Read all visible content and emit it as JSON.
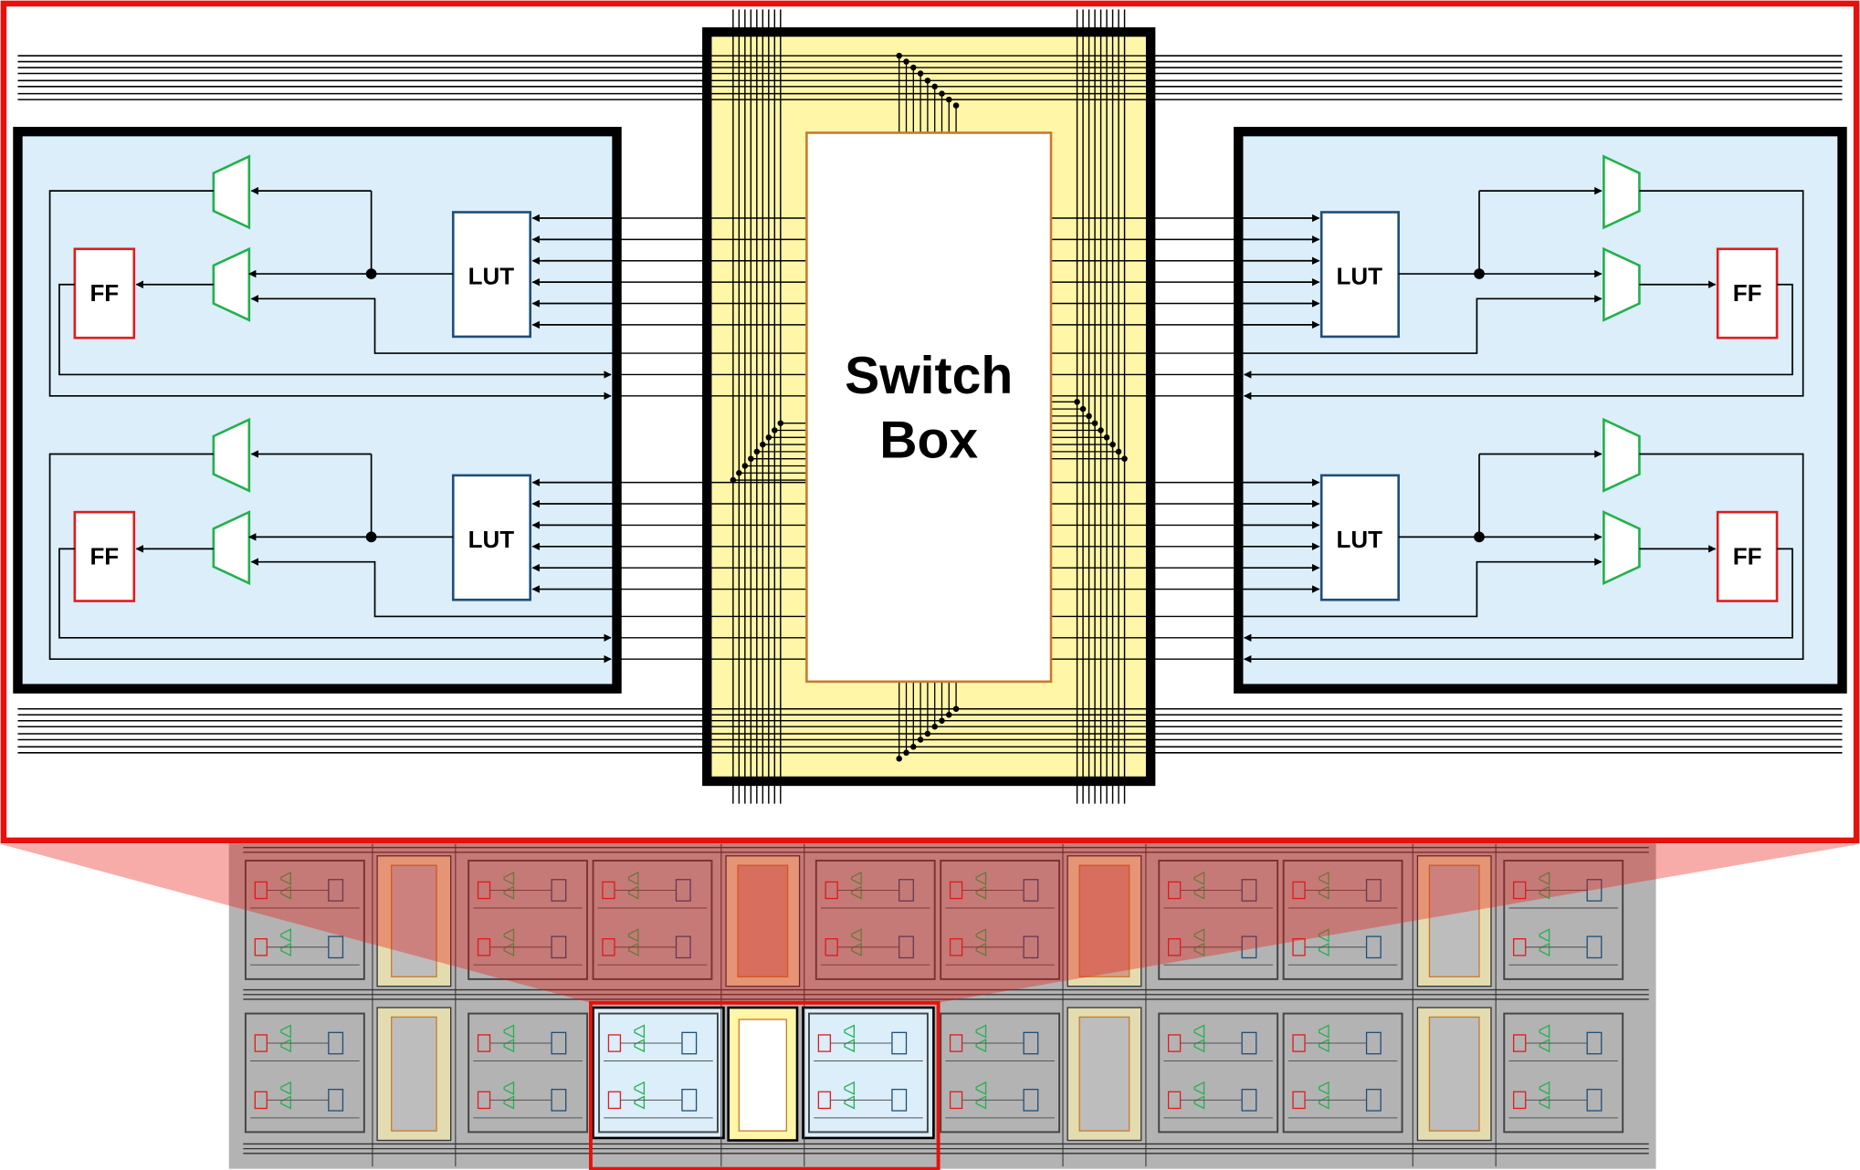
{
  "diagram": {
    "switch_box_label_line1": "Switch",
    "switch_box_label_line2": "Box",
    "lut_label": "LUT",
    "ff_label": "FF"
  },
  "colors": {
    "clb_fill": "#dbeefa",
    "switch_fill": "#fff6a8",
    "zoom_frame": "#e8100c",
    "ff_border": "#e21b1b",
    "lut_border": "#1f4e79",
    "mux_border": "#22b14c",
    "grid_gray": "#b3b3b3"
  }
}
